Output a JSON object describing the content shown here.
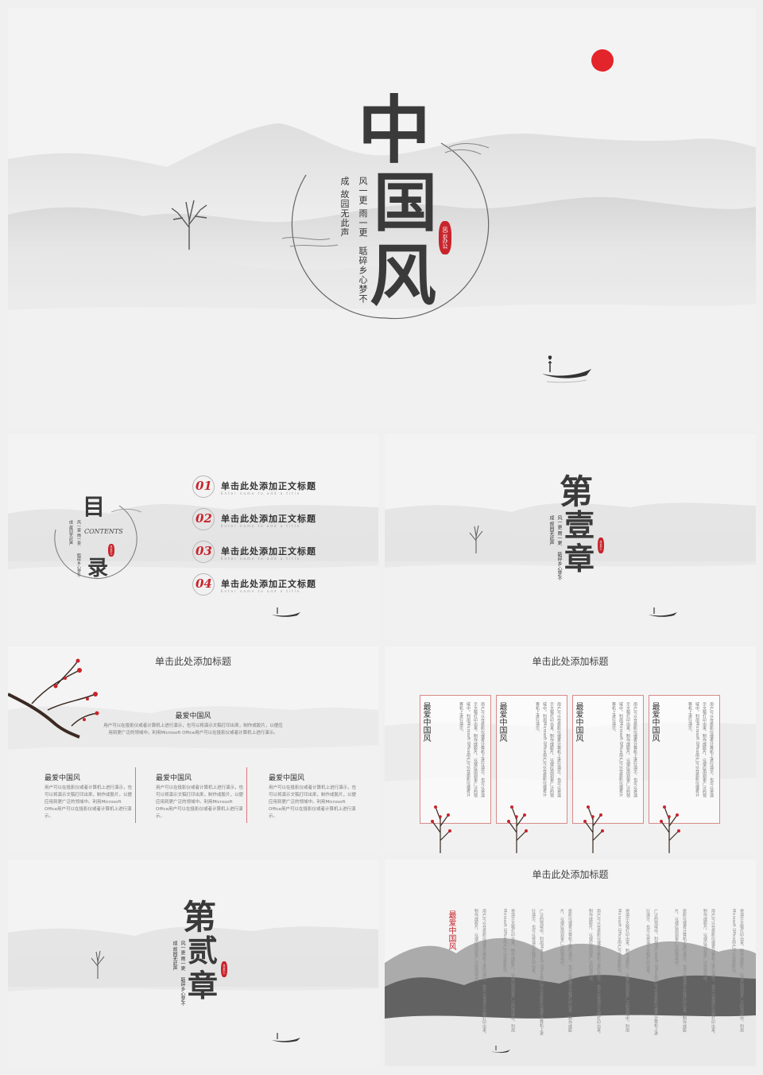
{
  "colors": {
    "accent": "#c8242c",
    "ink": "#3a3a3a",
    "paper": "#f3f3f3"
  },
  "cover": {
    "title_chars": [
      "中",
      "国",
      "风"
    ],
    "poem_lines": [
      "风一更 雨一更",
      "聒碎乡心梦不",
      "成 故园无此声"
    ],
    "seal": "风云办公"
  },
  "toc": {
    "title_chars": [
      "目",
      "录"
    ],
    "contents_label": "CONTENTS",
    "poem_lines": [
      "风一更 雨一更",
      "聒碎乡心梦不",
      "成 故园无此声"
    ],
    "seal": "风云办公",
    "items": [
      {
        "num": "01",
        "title": "单击此处添加正文标题",
        "sub": "Enter name to add a title"
      },
      {
        "num": "02",
        "title": "单击此处添加正文标题",
        "sub": "Enter name to add a title"
      },
      {
        "num": "03",
        "title": "单击此处添加正文标题",
        "sub": "Enter name to add a title"
      },
      {
        "num": "04",
        "title": "单击此处添加正文标题",
        "sub": "Enter name to add a title"
      }
    ]
  },
  "chapter1": {
    "title_chars": [
      "第",
      "壹",
      "章"
    ],
    "poem_lines": [
      "风一更 雨一更",
      "聒碎乡心梦不",
      "成 故园无此声"
    ],
    "seal": "风云办公"
  },
  "slide_text": {
    "title": "单击此处添加标题",
    "heading": "最爱中国风",
    "body": "用户可以在投影仪或者计算机上进行演示，也可以将演示文稿打印出来，制作成胶片，以便应用到更广泛的领域中。利用Microsoft Office用户可以在投影仪或者计算机上进行演示。",
    "columns": [
      {
        "heading": "最爱中国风",
        "body": "用户可以在投影仪或者计算机上进行演示，也可以将演示文稿打印出来，制作成胶片，以便应用到更广泛的领域中。利用Microsoft Office用户可以在投影仪或者计算机上进行演示。"
      },
      {
        "heading": "最爱中国风",
        "body": "用户可以在投影仪或者计算机上进行演示，也可以将演示文稿打印出来，制作成胶片，以便应用到更广泛的领域中。利用Microsoft Office用户可以在投影仪或者计算机上进行演示。"
      },
      {
        "heading": "最爱中国风",
        "body": "用户可以在投影仪或者计算机上进行演示，也可以将演示文稿打印出来，制作成胶片，以便应用到更广泛的领域中。利用Microsoft Office用户可以在投影仪或者计算机上进行演示。"
      }
    ]
  },
  "slide_cards": {
    "title": "单击此处添加标题",
    "cards": [
      {
        "heading": "最爱中国风",
        "body": "用户可以在投影仪或者计算机上进行演示，也可以将演示文稿打印出来，制作成胶片，以便应用到更广泛的领域中。利用Microsoft Office用户可以在投影仪或者计算机上进行演示。"
      },
      {
        "heading": "最爱中国风",
        "body": "用户可以在投影仪或者计算机上进行演示，也可以将演示文稿打印出来，制作成胶片，以便应用到更广泛的领域中。利用Microsoft Office用户可以在投影仪或者计算机上进行演示。"
      },
      {
        "heading": "最爱中国风",
        "body": "用户可以在投影仪或者计算机上进行演示，也可以将演示文稿打印出来，制作成胶片，以便应用到更广泛的领域中。利用Microsoft Office用户可以在投影仪或者计算机上进行演示。"
      },
      {
        "heading": "最爱中国风",
        "body": "用户可以在投影仪或者计算机上进行演示，也可以将演示文稿打印出来，制作成胶片，以便应用到更广泛的领域中。利用Microsoft Office用户可以在投影仪或者计算机上进行演示。"
      }
    ]
  },
  "chapter2": {
    "title_chars": [
      "第",
      "贰",
      "章"
    ],
    "poem_lines": [
      "风一更 雨一更",
      "聒碎乡心梦不",
      "成 故园无此声"
    ],
    "seal": "风云办公"
  },
  "slide_landscape": {
    "title": "单击此处添加标题",
    "heading": "最爱中国风",
    "columns": [
      "用户可以在投影仪或者计算机上进行演示，也可以将演示文稿打印出来，制作成胶片，以便应用到更广泛的领域中。",
      "将演示文稿打印出来，制作成胶片，以便应用到更广泛的领域中。利用Microsoft Office用户可以在投影仪。",
      "广泛的领域中。利用Microsoft Office用户可以在投影仪或者计算机上进行演示，也可以将演示文稿打印出来。",
      "投影仪或者计算机上进行演示，也可以将演示文稿打印出来，制作成胶片，以便应用到更广泛的领域中。",
      "用户可以在投影仪或者计算机上进行演示，也可以将演示文稿打印出来，制作成胶片，以便应用到更广泛的领域中。",
      "将演示文稿打印出来，制作成胶片，以便应用到更广泛的领域中。利用Microsoft Office用户可以在投影仪。",
      "广泛的领域中。利用Microsoft Office用户可以在投影仪或者计算机上进行演示，也可以将演示文稿打印出来。",
      "投影仪或者计算机上进行演示，也可以将演示文稿打印出来，制作成胶片，以便应用到更广泛的领域中。",
      "用户可以在投影仪或者计算机上进行演示，也可以将演示文稿打印出来，制作成胶片，以便应用到更广泛的领域中。",
      "将演示文稿打印出来，制作成胶片，以便应用到更广泛的领域中。利用Microsoft Office用户可以在投影仪。"
    ]
  }
}
